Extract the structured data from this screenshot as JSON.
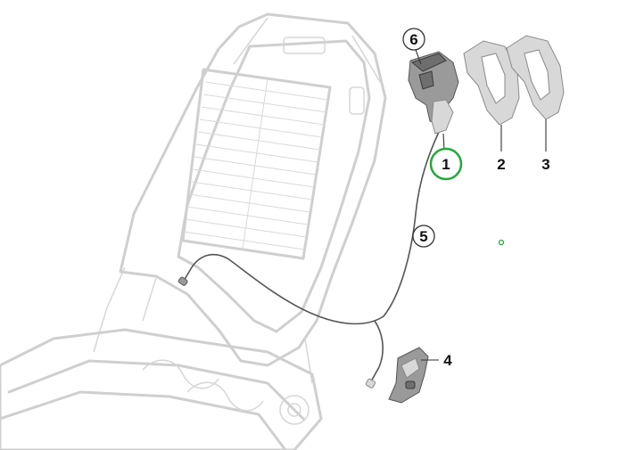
{
  "callouts": {
    "part_1": "1",
    "part_2": "2",
    "part_3": "3",
    "part_4": "4",
    "part_5": "5",
    "part_6": "6"
  },
  "colors": {
    "highlight": "#22a83a",
    "frame": "#cfcfcf",
    "cable": "#555555",
    "label": "#111111"
  }
}
